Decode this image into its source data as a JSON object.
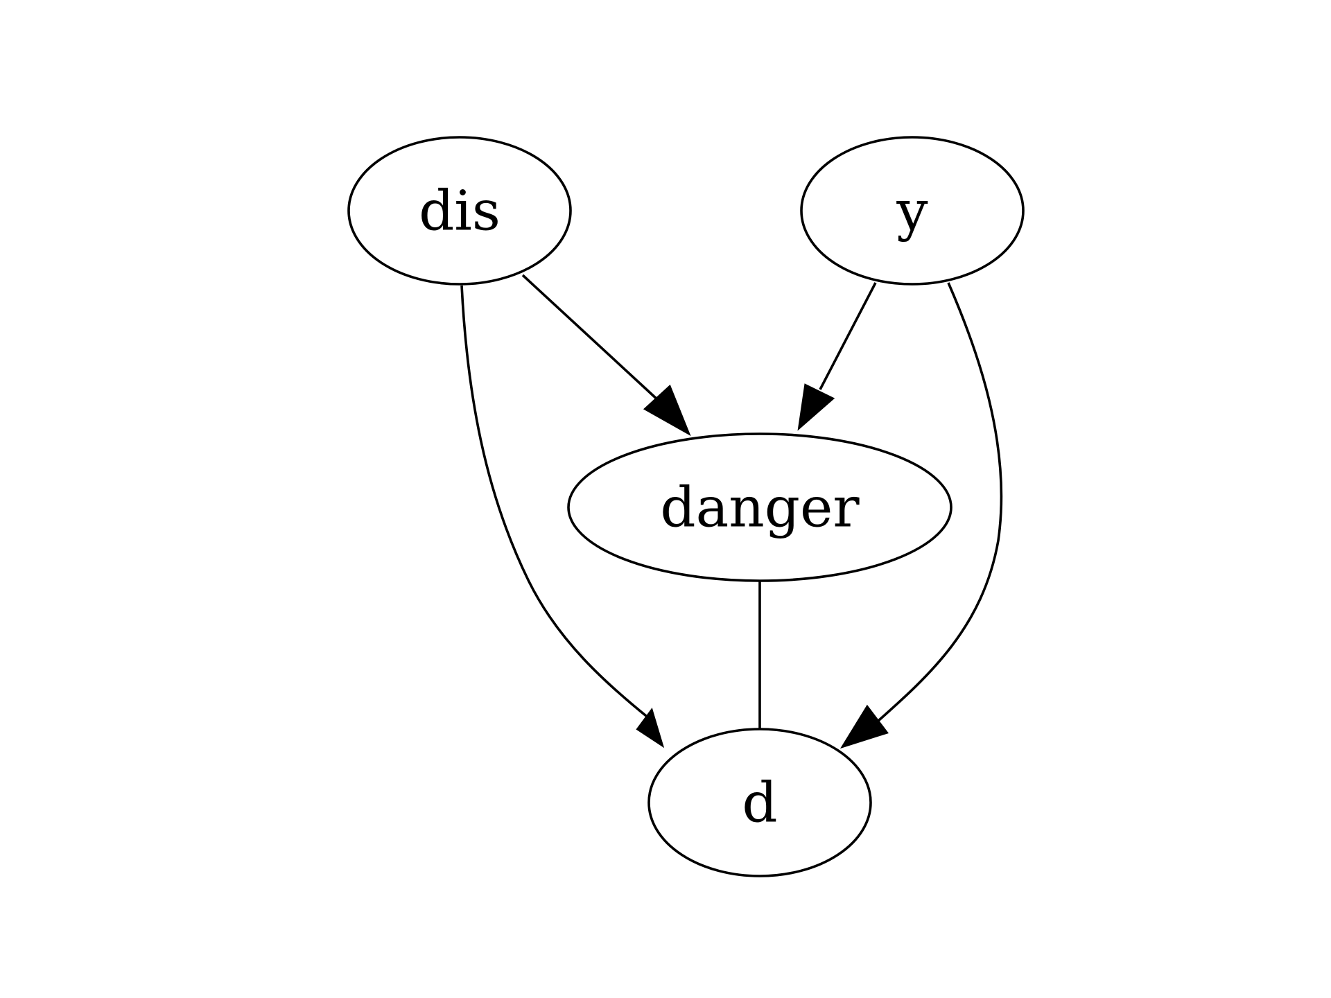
{
  "graph": {
    "nodes": [
      {
        "id": "dis",
        "label": "dis"
      },
      {
        "id": "y",
        "label": "y"
      },
      {
        "id": "danger",
        "label": "danger"
      },
      {
        "id": "d",
        "label": "d"
      }
    ],
    "edges": [
      {
        "from": "dis",
        "to": "danger",
        "directed": true
      },
      {
        "from": "y",
        "to": "danger",
        "directed": true
      },
      {
        "from": "dis",
        "to": "d",
        "directed": true
      },
      {
        "from": "y",
        "to": "d",
        "directed": true
      },
      {
        "from": "danger",
        "to": "d",
        "directed": false
      }
    ]
  }
}
